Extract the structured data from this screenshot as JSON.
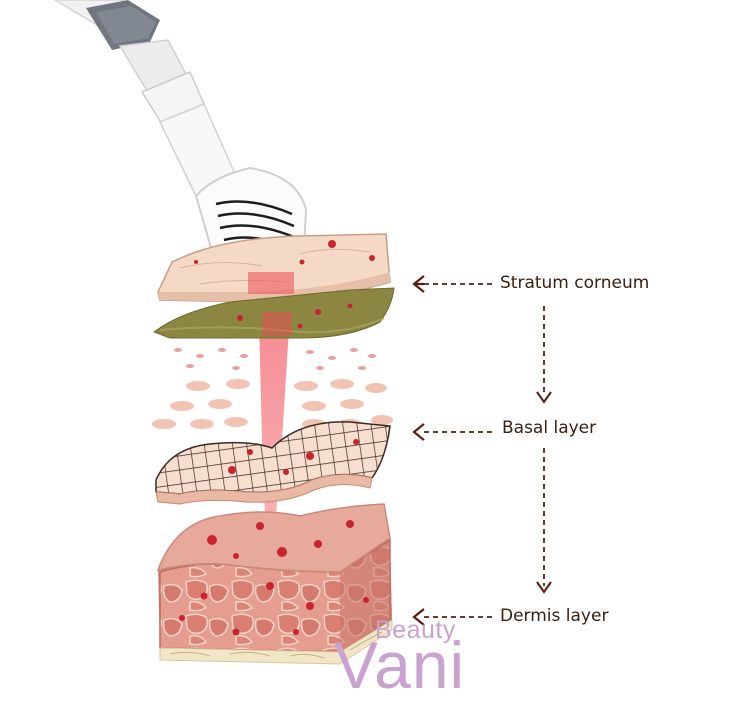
{
  "labels": {
    "stratum": "Stratum corneum",
    "basal": "Basal layer",
    "dermis": "Dermis layer"
  },
  "watermark": {
    "line1": "Beauty",
    "line2": "Vani"
  },
  "colors": {
    "arrow": "#5a1e10",
    "beam": "#e8333d",
    "epidermis": "#f4d9c6",
    "basal": "#8b8641",
    "dermis": "#d98a7e",
    "watermark": "#c9a2cf"
  },
  "icons": [
    "syringe-icon",
    "microneedle-tip-icon"
  ]
}
